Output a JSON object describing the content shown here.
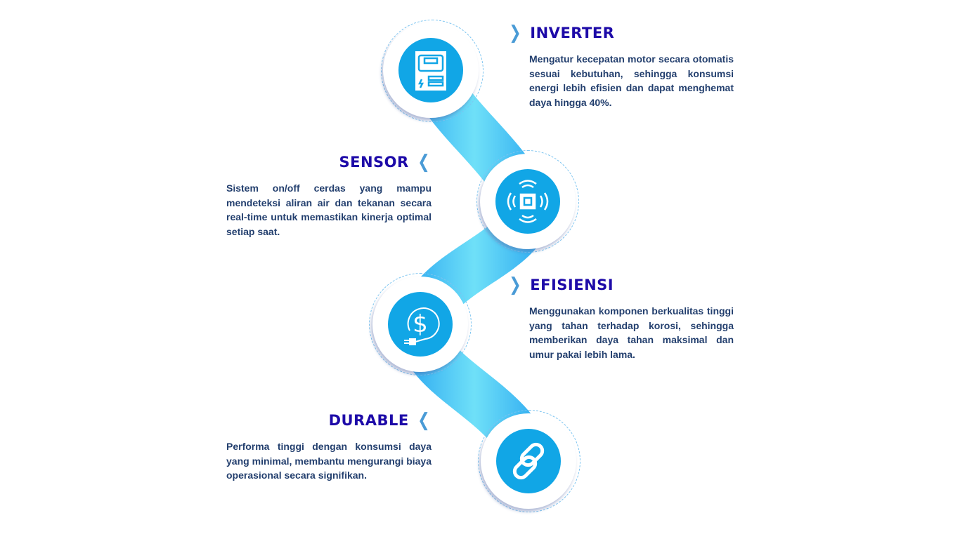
{
  "items": [
    {
      "title": "INVERTER",
      "icon": "inverter-icon",
      "text": "Mengatur kecepatan motor secara otomatis sesuai kebutuhan, sehingga konsumsi energi lebih efisien dan dapat menghemat daya hingga 40%."
    },
    {
      "title": "SENSOR",
      "icon": "sensor-icon",
      "text": "Sistem on/off cerdas yang mampu mendeteksi aliran air dan tekanan secara real-time untuk memastikan kinerja optimal setiap saat."
    },
    {
      "title": "EFISIENSI",
      "icon": "dollar-plug-icon",
      "text": "Menggunakan komponen berkualitas tinggi yang tahan terhadap korosi, sehingga memberikan daya tahan maksimal dan umur pakai lebih lama."
    },
    {
      "title": "DURABLE",
      "icon": "link-icon",
      "text": "Performa tinggi dengan konsumsi daya yang minimal, membantu mengurangi biaya operasional secara signifikan."
    }
  ],
  "colors": {
    "accent": "#11a6e6",
    "title": "#1d0aa8",
    "body": "#233f6e"
  }
}
